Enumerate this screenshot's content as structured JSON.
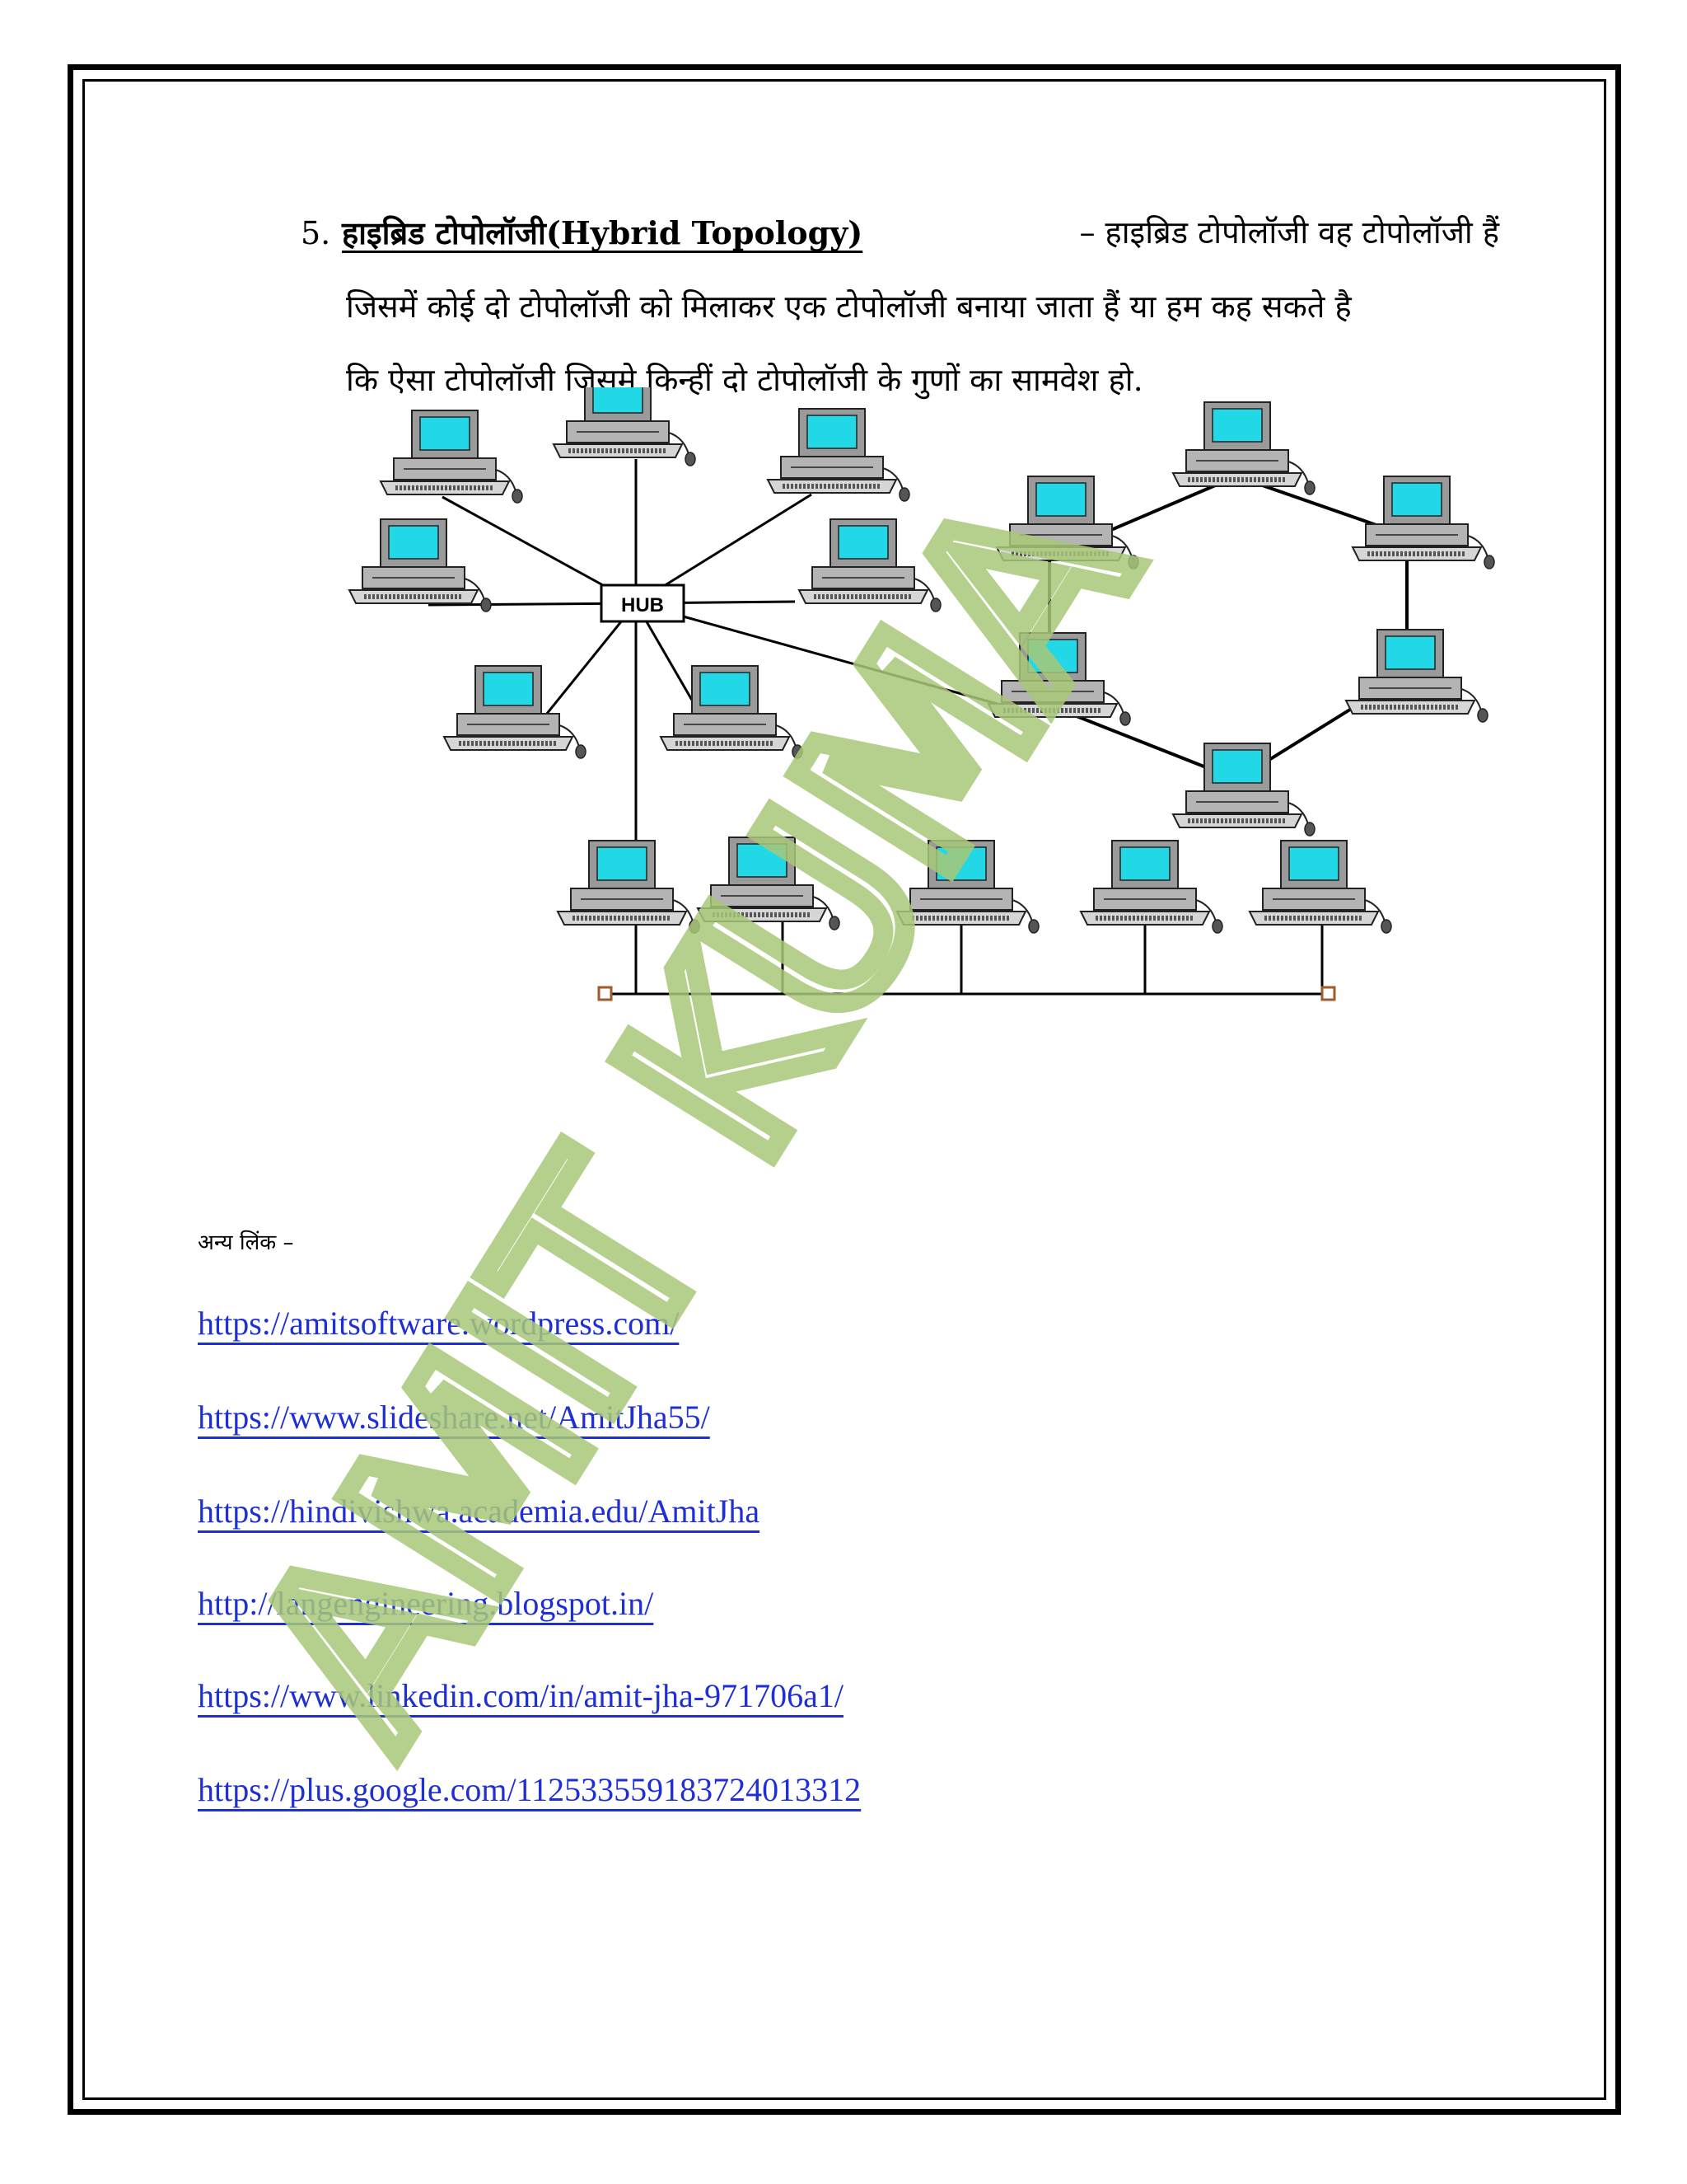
{
  "heading": {
    "number": "5.",
    "title": "हाइब्रिड टोपोलॉजी(Hybrid Topology)",
    "line1_rest": "– हाइब्रिड टोपोलॉजी वह टोपोलॉजी हैं",
    "line2": "जिसमें कोई दो टोपोलॉजी को मिलाकर एक टोपोलॉजी बनाया जाता हैं या हम कह सकते है",
    "line3": "कि ऐसा टोपोलॉजी जिसमे किन्हीं दो टोपोलॉजी के गुणों का सामवेश हो."
  },
  "diagram": {
    "hub_label": "HUB",
    "screen_color": "#22d8e6"
  },
  "links": {
    "label": "अन्य लिंक –",
    "items": [
      "https://amitsoftware.wordpress.com/",
      "https://www.slideshare.net/AmitJha55/",
      "https://hindivishwa.academia.edu/AmitJha",
      "http://langengineering.blogspot.in/",
      "https://www.linkedin.com/in/amit-jha-971706a1/",
      "https://plus.google.com/112533559183724013312"
    ]
  },
  "watermark": {
    "text": "AMIT KUMA",
    "color": "#a8c878"
  }
}
